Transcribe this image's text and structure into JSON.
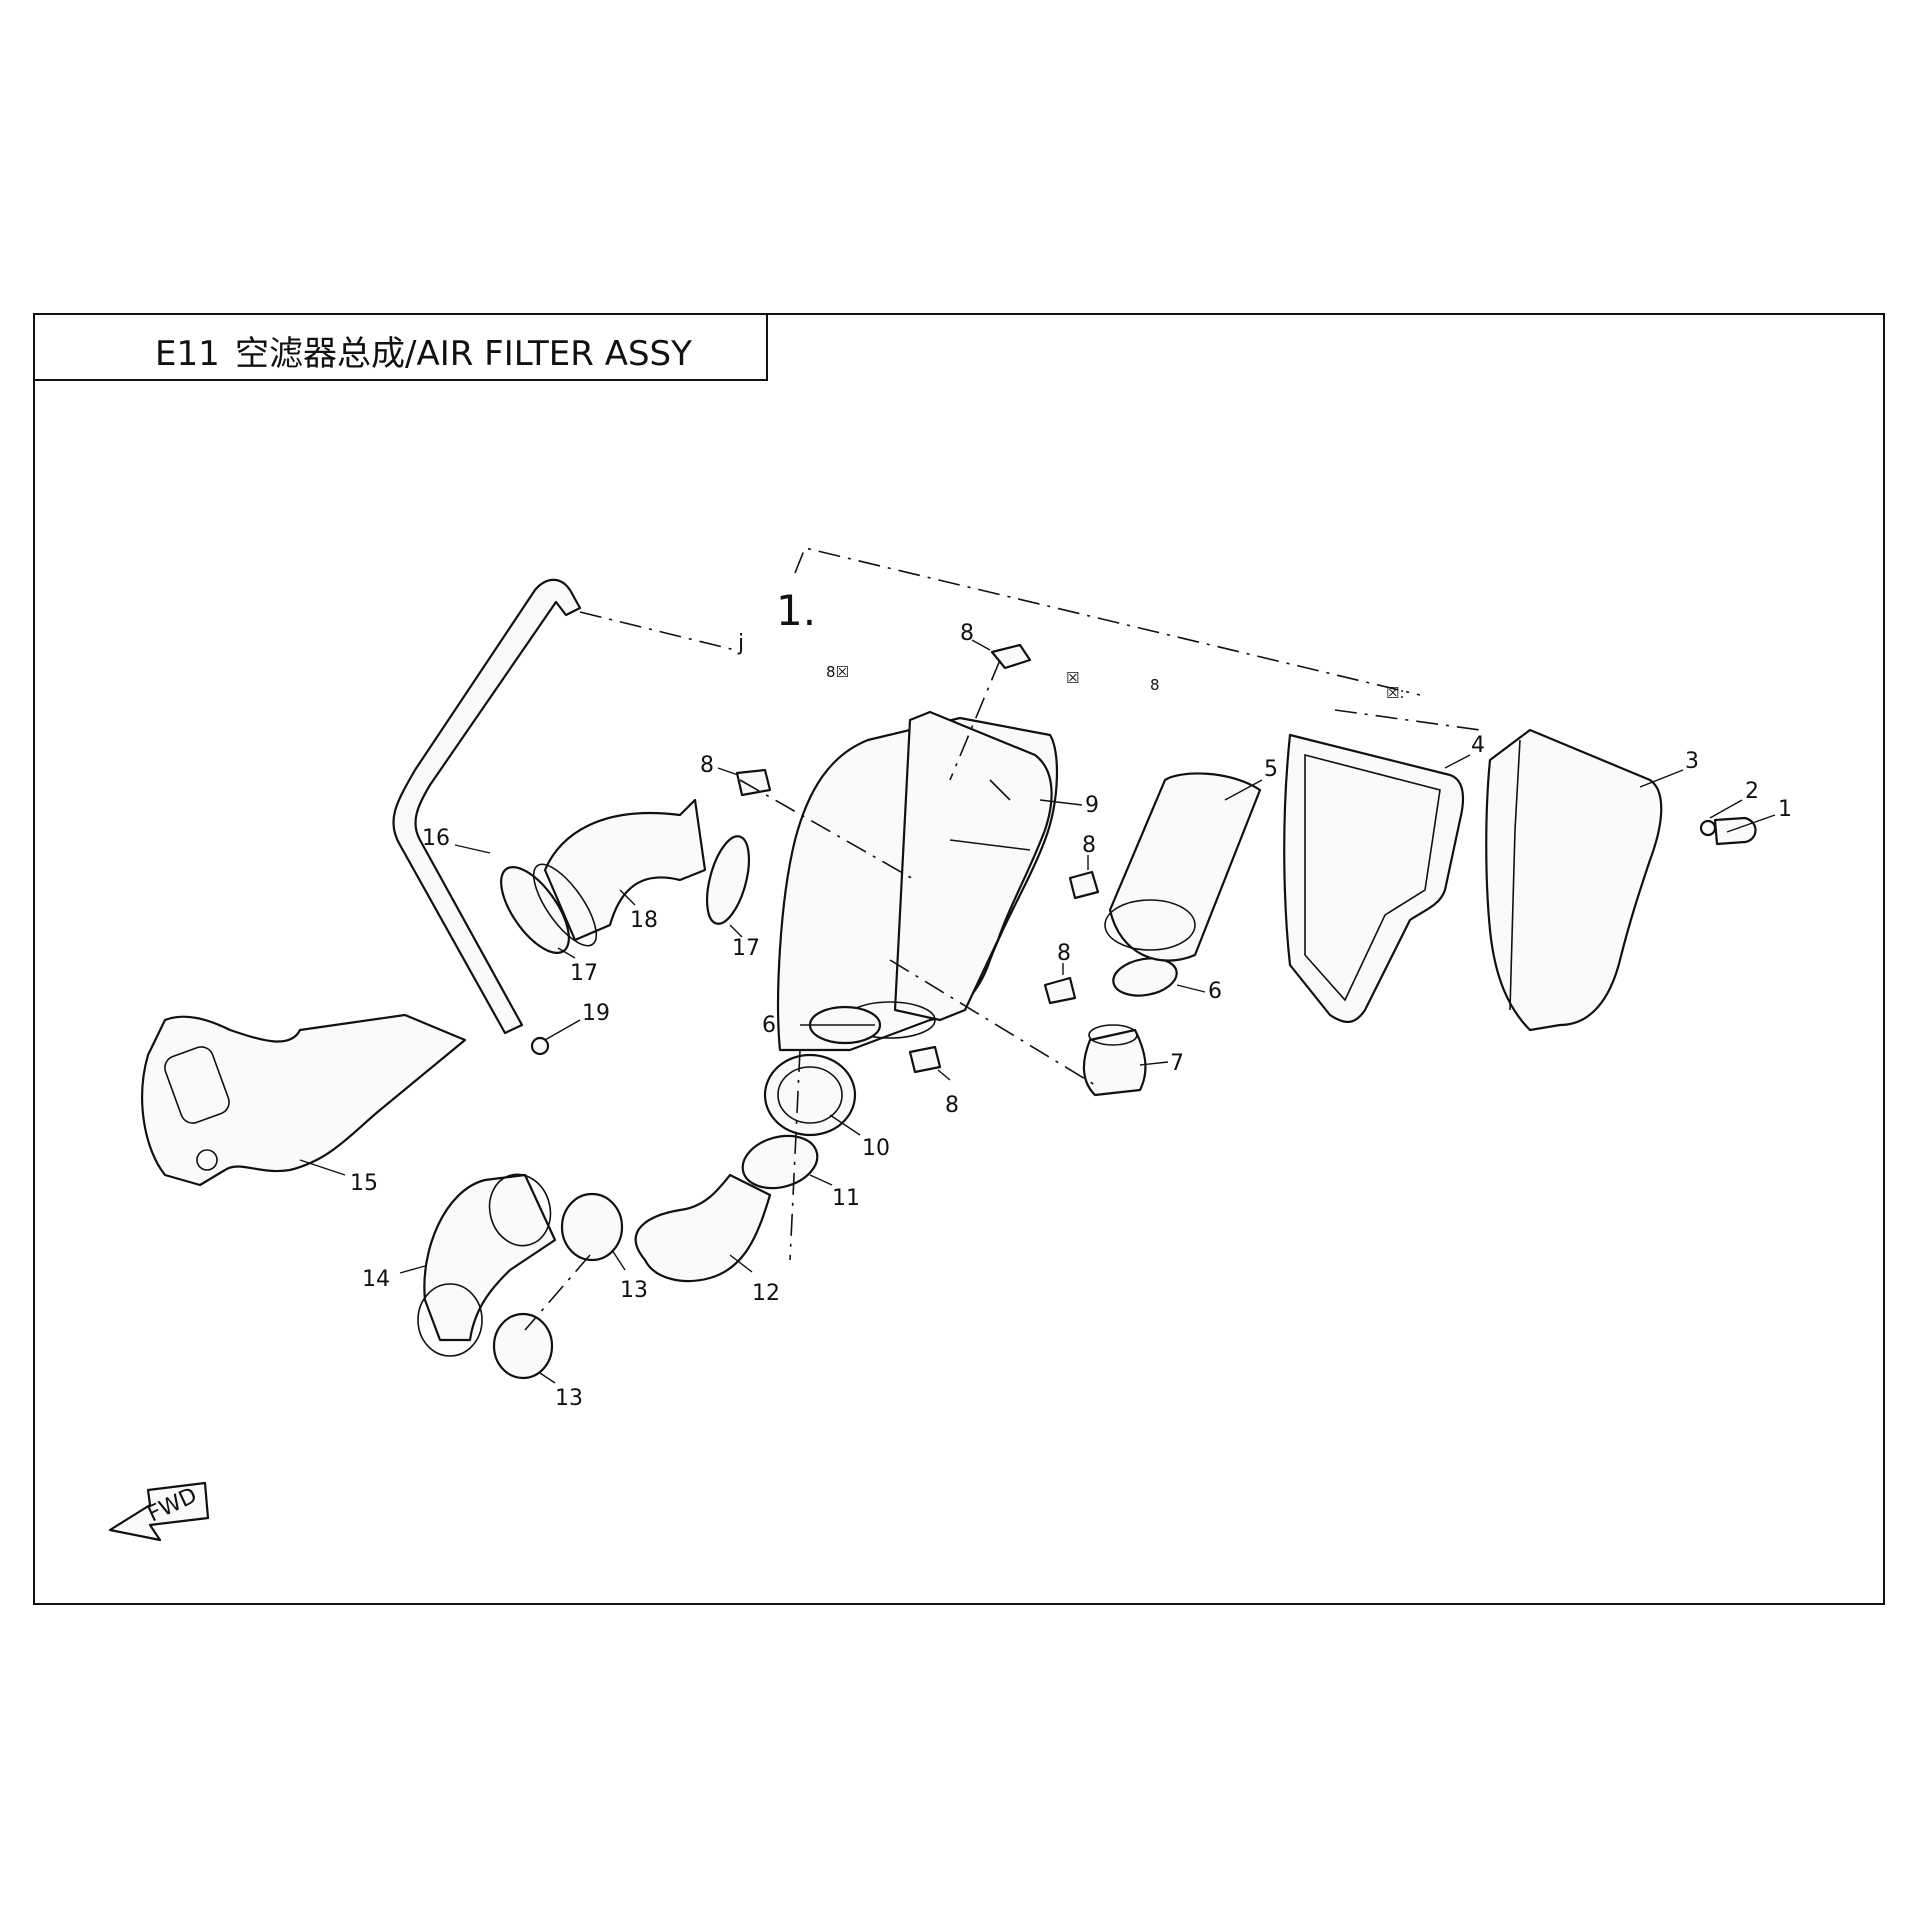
{
  "header": {
    "code": "E11",
    "title": "空滤器总成/AIR FILTER ASSY"
  },
  "assembly_marker": "1.",
  "fwd_label": "FWD",
  "callouts": {
    "c1": "1",
    "c2": "2",
    "c3": "3",
    "c4": "4",
    "c5": "5",
    "c6a": "6",
    "c6b": "6",
    "c7": "7",
    "c8a": "8",
    "c8b": "8",
    "c8c": "8",
    "c8d": "8",
    "c8e": "8",
    "c9": "9",
    "c10": "10",
    "c11": "11",
    "c12": "12",
    "c13a": "13",
    "c13b": "13",
    "c14": "14",
    "c15": "15",
    "c16": "16",
    "c17a": "17",
    "c17b": "17",
    "c18": "18",
    "c19": "19"
  },
  "stray_marks": {
    "j": "j",
    "m1": "8☒",
    "m2": "☒",
    "m3": "8",
    "m4": "☒:"
  }
}
